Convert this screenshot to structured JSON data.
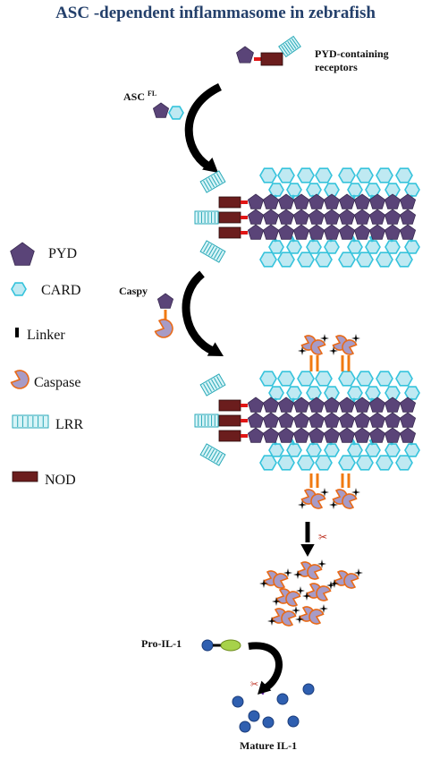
{
  "title": "ASC -dependent inflammasome in zebrafish",
  "labels": {
    "pyd_receptors_line1": "PYD-containing",
    "pyd_receptors_line2": "receptors",
    "asc": "ASC",
    "asc_sup": "FL",
    "caspy": "Caspy",
    "pro_il1": "Pro-IL-1",
    "mature_il1": "Mature IL-1",
    "question": "?"
  },
  "legend": [
    {
      "key": "pyd",
      "label": "PYD",
      "icon": "pentagon-icon"
    },
    {
      "key": "card",
      "label": "CARD",
      "icon": "hexagon-icon"
    },
    {
      "key": "linker",
      "label": "Linker",
      "icon": "bar-icon"
    },
    {
      "key": "caspase",
      "label": "Caspase",
      "icon": "pacman-icon"
    },
    {
      "key": "lrr",
      "label": "LRR",
      "icon": "striped-box-icon"
    },
    {
      "key": "nod",
      "label": "NOD",
      "icon": "rect-icon"
    }
  ],
  "colors": {
    "pyd": "#5a4478",
    "card": "#bfe9f2",
    "card_stroke": "#36c3dc",
    "nod": "#6b1d1d",
    "linker": "#e01616",
    "caspase": "#a89bc6",
    "caspase_stroke": "#e86a18",
    "orange_linker": "#f07a10",
    "il1": "#2f5fb0",
    "pro_il1_oval": "#a7d24a",
    "title": "#24406b"
  }
}
